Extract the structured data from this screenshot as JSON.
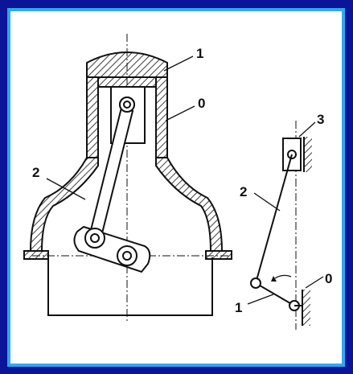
{
  "colors": {
    "background": "#0c1498",
    "frame_border": "#2fa8f0",
    "panel": "#ffffff",
    "ink": "#111111"
  },
  "labels": {
    "piston": "1",
    "cylinder": "0",
    "connecting_rod": "2",
    "scheme_slider": "3",
    "scheme_rod": "2",
    "scheme_crank": "1",
    "scheme_frame": "0"
  }
}
